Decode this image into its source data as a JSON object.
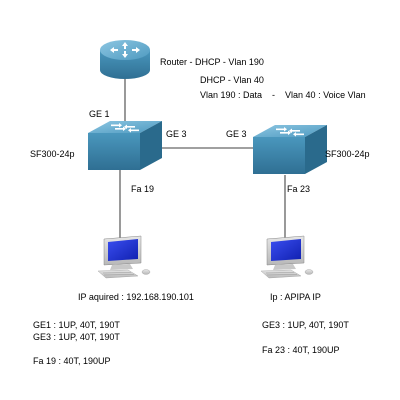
{
  "router": {
    "label": "Router - DHCP - Vlan 190"
  },
  "switch_left": {
    "label": "SF300-24p",
    "uplink_port": "GE 1",
    "trunk_port": "GE 3",
    "access_port": "Fa 19"
  },
  "switch_right": {
    "label": "SF300-24p",
    "trunk_port": "GE 3",
    "access_port": "Fa 23",
    "dhcp_note": "DHCP - Vlan 40",
    "vlan_note": "Vlan 190 : Data    -    Vlan 40 : Voice Vlan"
  },
  "pc_left": {
    "ip_label": "IP aquired : 192.168.190.101",
    "config": [
      "GE1 : 1UP, 40T, 190T",
      "GE3 : 1UP, 40T, 190T",
      "Fa 19 : 40T, 190UP"
    ]
  },
  "pc_right": {
    "ip_label": "Ip : APIPA IP",
    "config": [
      "GE3 : 1UP, 40T, 190T",
      "Fa 23 : 40T, 190UP"
    ]
  },
  "colors": {
    "device_blue": "#3a82a8",
    "device_top": "#6cb0d0",
    "screen_blue": "#1e2fd6",
    "line": "#000000"
  },
  "icons": [
    "router-icon",
    "switch-icon",
    "switch-icon",
    "computer-icon",
    "computer-icon"
  ]
}
